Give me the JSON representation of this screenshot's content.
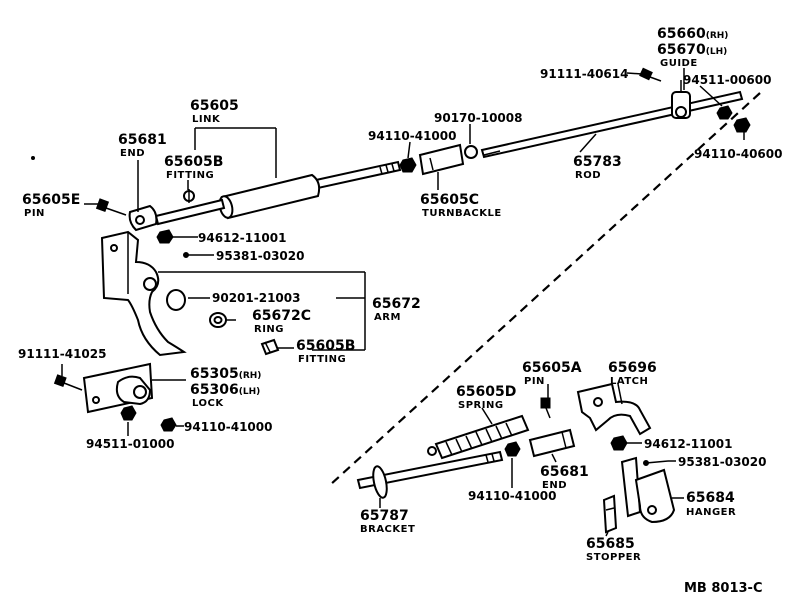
{
  "diagram_code": "MB 8013-C",
  "labels": {
    "p65660": "65660",
    "p65660_suffix": "(RH)",
    "p65670": "65670",
    "p65670_suffix": "(LH)",
    "guide": "GUIDE",
    "p91111_40614": "91111-40614",
    "p94511_00600": "94511-00600",
    "p65605": "65605",
    "link": "LINK",
    "p90170_10008": "90170-10008",
    "p94110_41000_a": "94110-41000",
    "p65681_a": "65681",
    "end_a": "END",
    "p65605B_a": "65605B",
    "fitting_a": "FITTING",
    "p65783": "65783",
    "rod": "ROD",
    "p94110_40600": "94110-40600",
    "p65605C": "65605C",
    "turnbackle": "TURNBACKLE",
    "p65605E": "65605E",
    "pin_a": "PIN",
    "p94612_11001_a": "94612-11001",
    "p95381_03020_a": "95381-03020",
    "p90201_21003": "90201-21003",
    "p65672": "65672",
    "arm": "ARM",
    "p65672C": "65672C",
    "ring": "RING",
    "p65605B_b": "65605B",
    "fitting_b": "FITTING",
    "p91111_41025": "91111-41025",
    "p65305": "65305",
    "p65305_suffix": "(RH)",
    "p65306": "65306",
    "p65306_suffix": "(LH)",
    "lock": "LOCK",
    "p94110_41000_b": "94110-41000",
    "p94511_01000": "94511-01000",
    "p65605A": "65605A",
    "pin_b": "PIN",
    "p65696": "65696",
    "latch": "LATCH",
    "p65605D": "65605D",
    "spring": "SPRING",
    "p94612_11001_b": "94612-11001",
    "p95381_03020_b": "95381-03020",
    "p65681_b": "65681",
    "end_b": "END",
    "p94110_41000_c": "94110-41000",
    "p65684": "65684",
    "hanger": "HANGER",
    "p65787": "65787",
    "bracket": "BRACKET",
    "p65685": "65685",
    "stopper": "STOPPER"
  }
}
